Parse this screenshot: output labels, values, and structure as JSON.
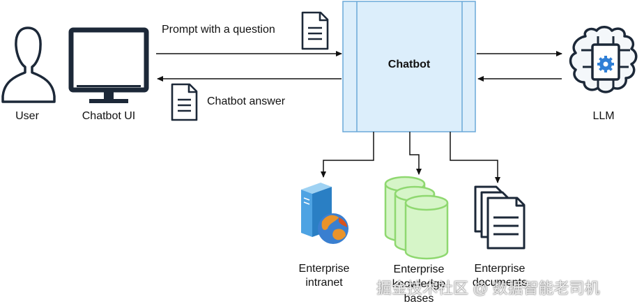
{
  "nodes": {
    "user": "User",
    "chatbot_ui": "Chatbot UI",
    "chatbot": "Chatbot",
    "llm": "LLM",
    "intranet": "Enterprise\nintranet",
    "knowledge_bases": "Enterprise\nknowledge\nbases",
    "documents": "Enterprise\ndocuments"
  },
  "edges": {
    "prompt": "Prompt with a question",
    "answer": "Chatbot answer"
  },
  "watermark": "掘金技术社区 @ 数据智能老司机",
  "colors": {
    "chatbot_fill": "#dceefb",
    "chatbot_border": "#6aa8d8",
    "db_fill": "#d6f5c8",
    "db_stroke": "#8fd870",
    "llm_accent": "#2f7fd6",
    "icon_dark": "#1c2838"
  },
  "icons": [
    "user-icon",
    "monitor-icon",
    "document-icon",
    "brain-chip-icon",
    "server-globe-icon",
    "database-icon",
    "documents-stack-icon"
  ]
}
